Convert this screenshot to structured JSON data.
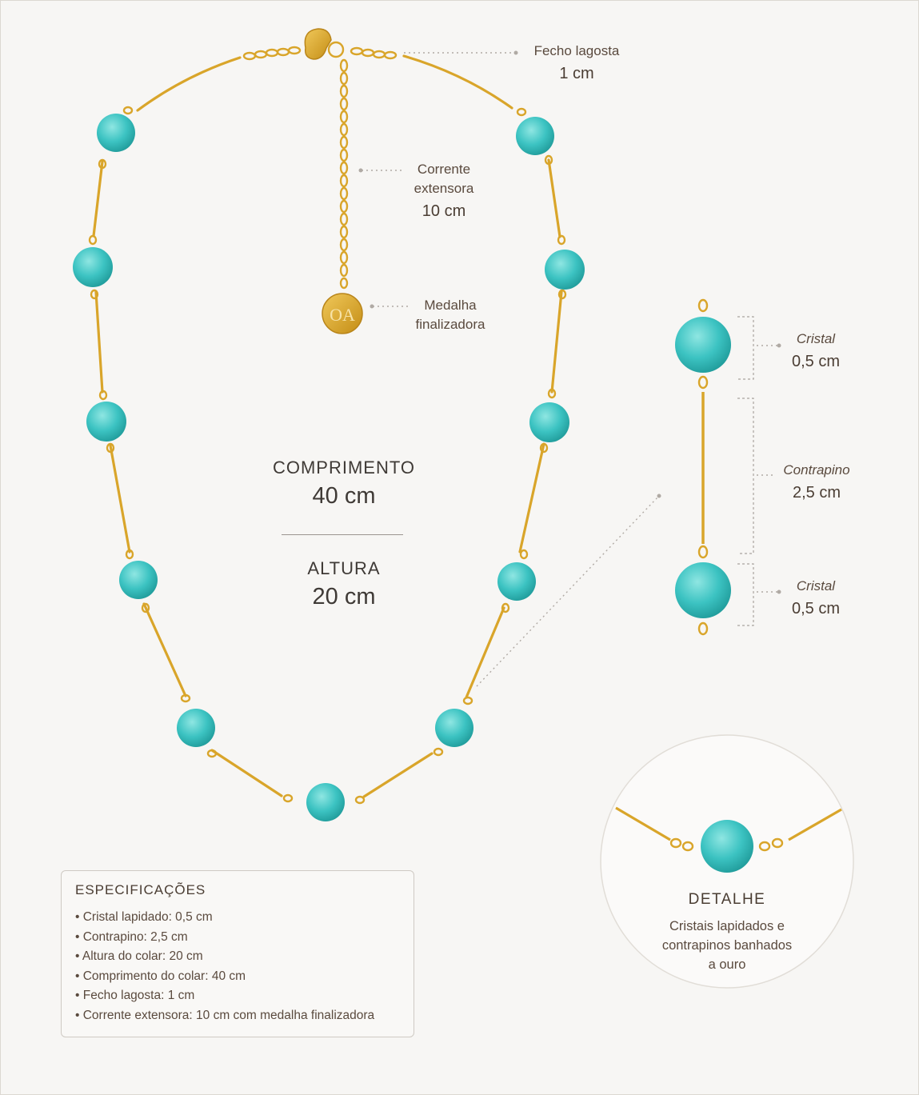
{
  "labels": {
    "clasp_name": "Fecho lagosta",
    "clasp_size": "1 cm",
    "extender_name_1": "Corrente",
    "extender_name_2": "extensora",
    "extender_size": "10 cm",
    "medal_name_1": "Medalha",
    "medal_name_2": "finalizadora",
    "medal_logo": "OA"
  },
  "dimensions": {
    "length_title": "COMPRIMENTO",
    "length_value": "40 cm",
    "height_title": "ALTURA",
    "height_value": "20 cm"
  },
  "segment_detail": {
    "crystal_top_name": "Cristal",
    "crystal_top_size": "0,5 cm",
    "pin_name": "Contrapino",
    "pin_size": "2,5 cm",
    "crystal_bottom_name": "Cristal",
    "crystal_bottom_size": "0,5 cm"
  },
  "specs": {
    "title": "ESPECIFICAÇÕES",
    "items": [
      "Cristal lapidado: 0,5 cm",
      "Contrapino: 2,5 cm",
      "Altura do colar: 20 cm",
      "Comprimento do colar: 40 cm",
      "Fecho lagosta: 1 cm",
      "Corrente extensora: 10 cm com medalha finalizadora"
    ]
  },
  "detail": {
    "title": "DETALHE",
    "text_1": "Cristais lapidados e",
    "text_2": "contrapinos banhados",
    "text_3": "a ouro"
  },
  "colors": {
    "gold": "#d9a52a",
    "turquoise": "#3cc3c2",
    "background": "#f7f6f4",
    "text": "#5a4a3e"
  }
}
